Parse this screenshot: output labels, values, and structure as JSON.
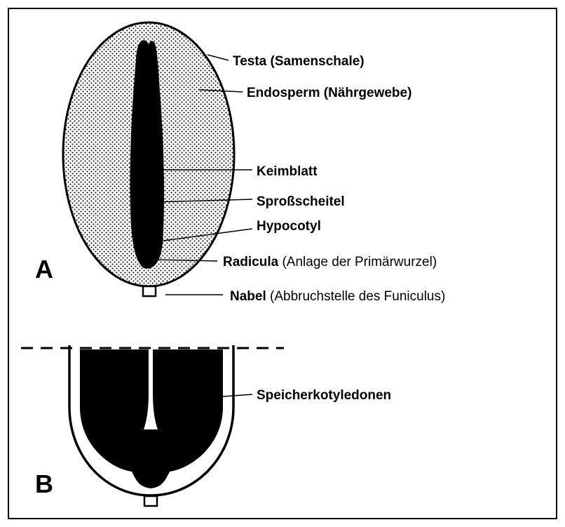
{
  "panel_a": {
    "letter": "A",
    "labels": {
      "testa": "Testa (Samenschale)",
      "endosperm": "Endosperm (Nährgewebe)",
      "keimblatt": "Keimblatt",
      "sprossscheitel": "Sproßscheitel",
      "hypocotyl": "Hypocotyl",
      "radicula": "Radicula",
      "radicula_note": " (Anlage der Primärwurzel)",
      "nabel": "Nabel",
      "nabel_note": " (Abbruchstelle des Funiculus)"
    }
  },
  "panel_b": {
    "letter": "B",
    "labels": {
      "speicherkotyledonen": "Speicherkotyledonen"
    }
  }
}
